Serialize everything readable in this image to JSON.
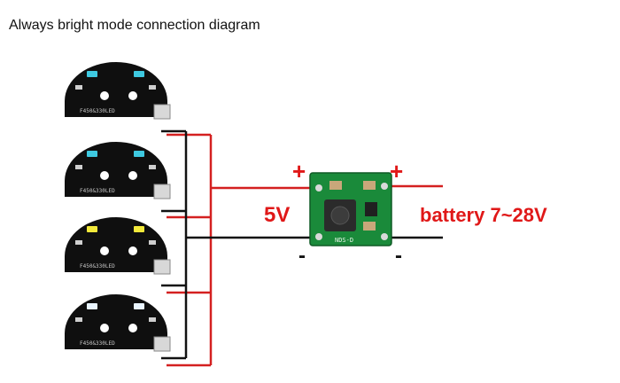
{
  "title": "Always bright mode connection diagram",
  "boards": [
    {
      "pcb_label": "F450&330LED",
      "led_color": "#3ec9e0"
    },
    {
      "pcb_label": "F450&330LED",
      "led_color": "#3ec9e0"
    },
    {
      "pcb_label": "F450&330LED",
      "led_color": "#f2e93a"
    },
    {
      "pcb_label": "F450&330LED",
      "led_color": "#e9f5ff"
    }
  ],
  "module": {
    "silk_label": "NDS-D"
  },
  "labels": {
    "output_voltage": "5V",
    "input_voltage": "battery 7~28V",
    "out_plus": "+",
    "out_minus": "-",
    "in_plus": "+",
    "in_minus": "-"
  },
  "colors": {
    "wire_positive": "#d42020",
    "wire_negative": "#111111",
    "pcb": "#0f0f0f",
    "module_board": "#1a8a3a",
    "label": "#e01818"
  }
}
